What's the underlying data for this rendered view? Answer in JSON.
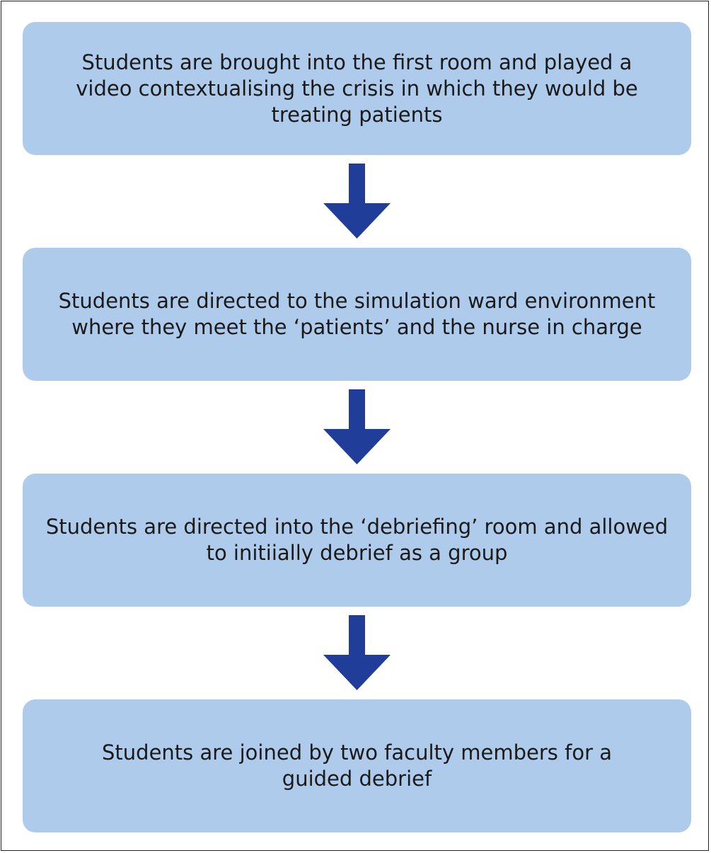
{
  "colors": {
    "box_fill": "#aecbeb",
    "arrow_fill": "#1f3d99",
    "text": "#1a1a1a",
    "frame_border": "#222222"
  },
  "steps": [
    {
      "lines": [
        "Students are brought into the first room and played a",
        "video contextualising the crisis in which they would be",
        "treating patients"
      ]
    },
    {
      "lines": [
        "Students are directed to the simulation ward environment",
        "where they meet the ‘patients’ and the nurse in charge"
      ]
    },
    {
      "lines": [
        "Students are directed into the ‘debriefing’ room and allowed",
        "to initiially debrief as a group"
      ]
    },
    {
      "lines": [
        "Students are joined by two faculty members for a",
        "guided debrief"
      ]
    }
  ],
  "arrows": [
    {
      "icon": "down-arrow-icon"
    },
    {
      "icon": "down-arrow-icon"
    },
    {
      "icon": "down-arrow-icon"
    }
  ]
}
